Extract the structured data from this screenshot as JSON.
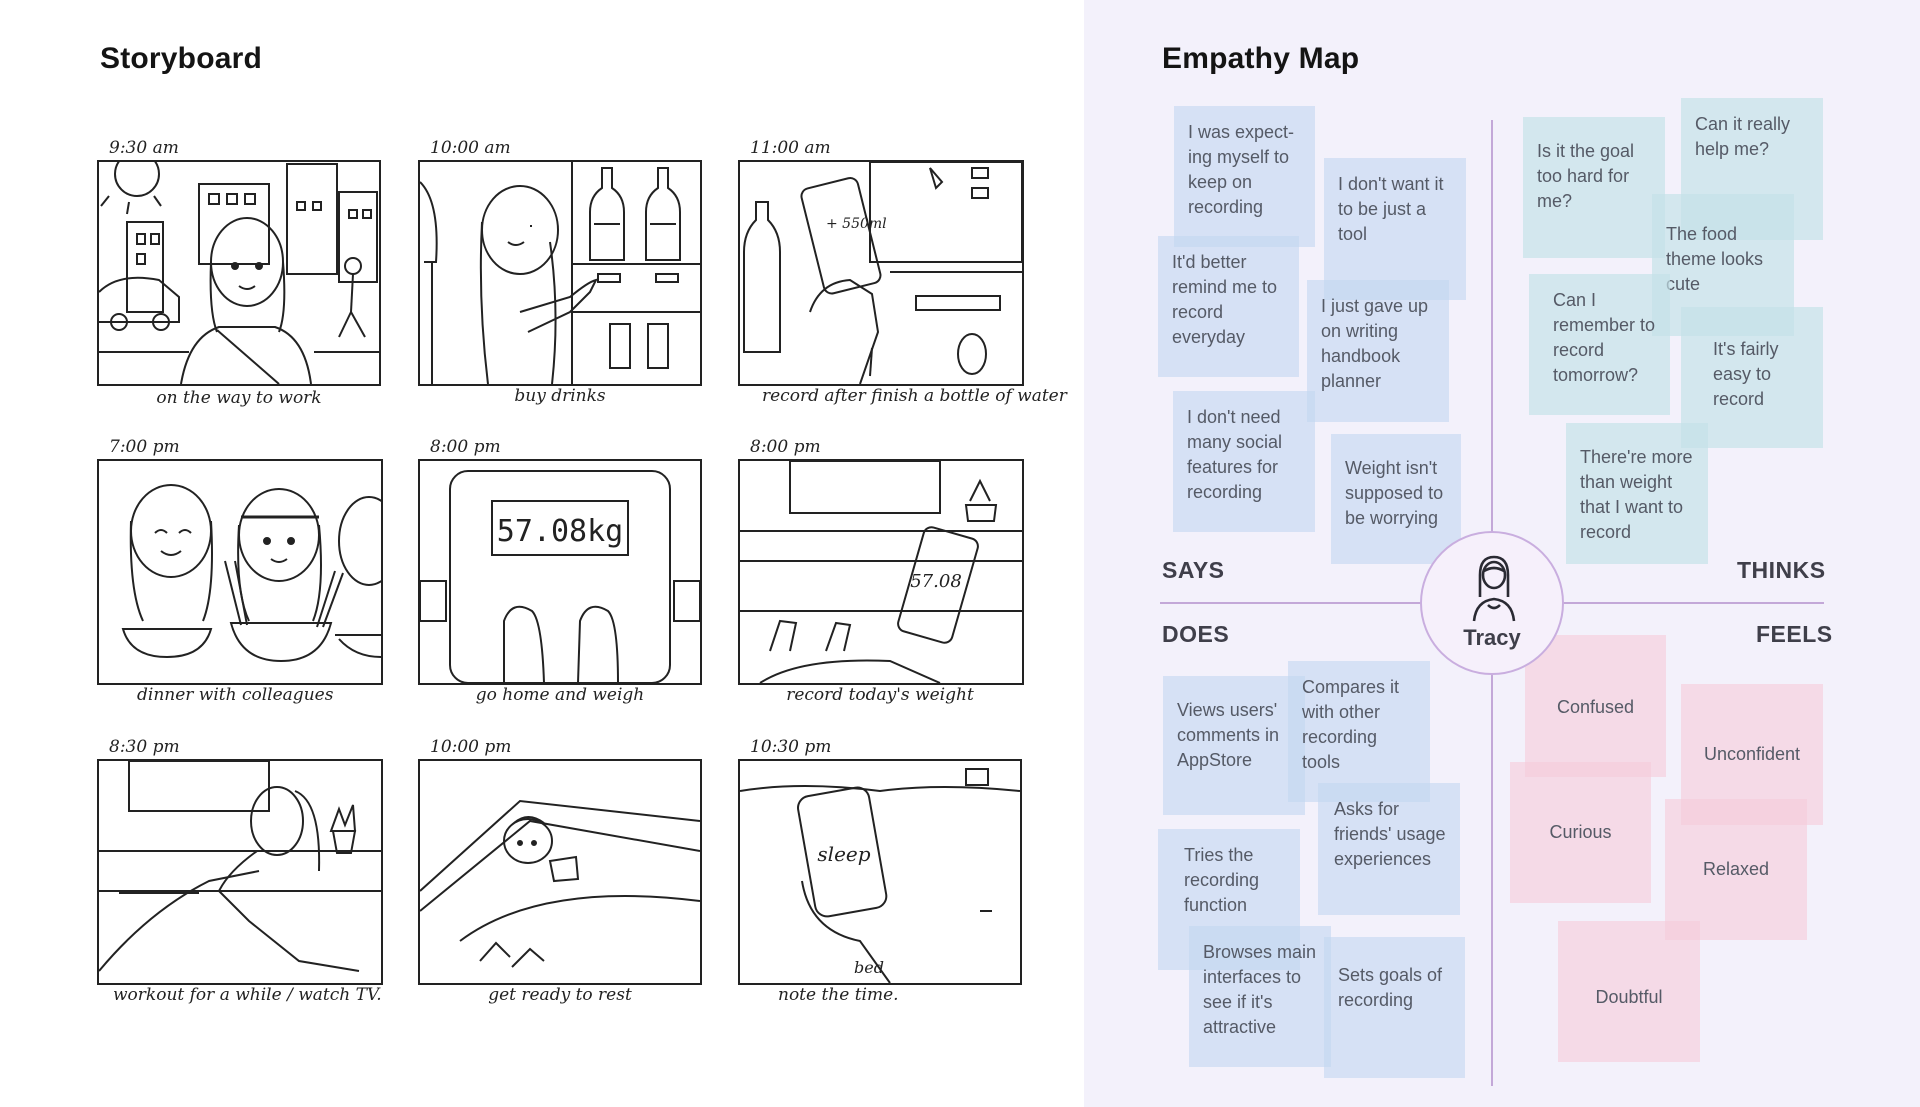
{
  "storyboard": {
    "title": "Storyboard",
    "panels": [
      {
        "time": "9:30 am",
        "caption": "on the way to work",
        "scene": "commute"
      },
      {
        "time": "10:00 am",
        "caption": "buy drinks",
        "scene": "drinks"
      },
      {
        "time": "11:00 am",
        "caption": "record after finish a bottle of water",
        "scene": "record-water",
        "phone_text": "+ 550ml"
      },
      {
        "time": "7:00 pm",
        "caption": "dinner with colleagues",
        "scene": "dinner"
      },
      {
        "time": "8:00 pm",
        "caption": "go home and weigh",
        "scene": "weigh",
        "scale_text": "57.08kg"
      },
      {
        "time": "8:00 pm",
        "caption": "record today's weight",
        "scene": "record-weight",
        "phone_text": "57.08"
      },
      {
        "time": "8:30 pm",
        "caption": "workout for a while / watch TV.",
        "scene": "workout"
      },
      {
        "time": "10:00 pm",
        "caption": "get ready to rest",
        "scene": "bed"
      },
      {
        "time": "10:30 pm",
        "caption": "note the time.",
        "scene": "sleep",
        "phone_text": "sleep",
        "extra_label": "bed"
      }
    ]
  },
  "empathy_map": {
    "title": "Empathy Map",
    "persona": {
      "name": "Tracy",
      "icon": "person-icon"
    },
    "quadrants": {
      "says": "SAYS",
      "thinks": "THINKS",
      "does": "DOES",
      "feels": "FEELS"
    },
    "says": [
      "I was expect-ing myself to keep on recording",
      "I don't want it to be just a tool",
      "It'd better remind me to record everyday",
      "I just gave up on writing handbook planner",
      "I don't need many social features for recording",
      "Weight isn't supposed to be worrying"
    ],
    "thinks": [
      "Is it the goal too hard for me?",
      "Can it really help me?",
      "The food theme looks cute",
      "Can I remember to record tomorrow?",
      "It's fairly easy to record",
      "There're more than weight that I want to record"
    ],
    "does": [
      "Views users' comments in AppStore",
      "Compares it with other recording tools",
      "Asks for friends' usage experiences",
      "Tries the recording function",
      "Browses main interfaces to see if it's attractive",
      "Sets goals of recording"
    ],
    "feels": [
      "Confused",
      "Unconfident",
      "Curious",
      "Relaxed",
      "Doubtful"
    ],
    "colors": {
      "says": "#c4d6f0",
      "thinks": "#c4e2e8",
      "does": "#c4d6f0",
      "feels": "#f6ccda",
      "axis": "#c3a8d8",
      "background": "#f3f1fb"
    }
  }
}
